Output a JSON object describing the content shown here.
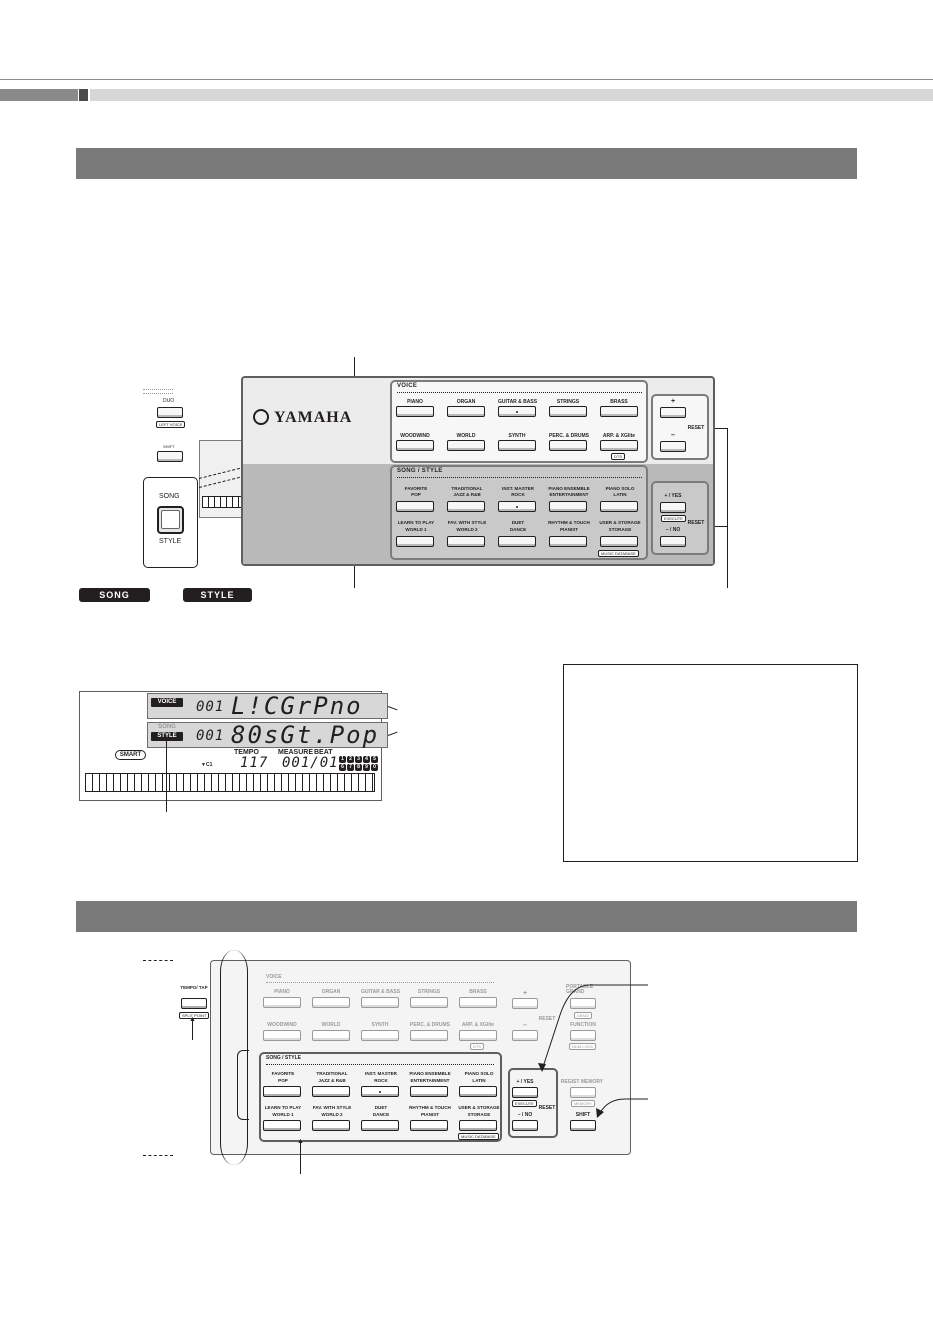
{
  "panel": {
    "brand": "YAMAHA",
    "voice_group_title": "VOICE",
    "voice_buttons_row1": [
      "PIANO",
      "ORGAN",
      "GUITAR & BASS",
      "STRINGS",
      "BRASS"
    ],
    "voice_buttons_row2": [
      "WOODWIND",
      "WORLD",
      "SYNTH",
      "PERC. & DRUMS",
      "ARP. & XGlite"
    ],
    "voice_tag": "DTS",
    "song_style_title": "SONG / STYLE",
    "song_row1_top": [
      "FAVORITE",
      "TRADITIONAL",
      "INST. MASTER",
      "PIANO ENSEMBLE",
      "PIANO SOLO"
    ],
    "song_row1_bottom": [
      "POP",
      "JAZZ & R&B",
      "ROCK",
      "ENTERTAINMENT",
      "LATIN"
    ],
    "song_row2_top": [
      "LEARN TO PLAY",
      "FAV. WITH STYLE",
      "DUET",
      "RHYTHM & TOUCH",
      "USER & STORAGE"
    ],
    "song_row2_bottom": [
      "WORLD 1",
      "WORLD 2",
      "DANCE",
      "PIANIST",
      "STORAGE"
    ],
    "music_database_tag": "MUSIC DATABASE",
    "plus_label": "+",
    "minus_label": "–",
    "reset_label": "RESET",
    "yes_label": "+ / YES",
    "execute_tag": "EXECUTE",
    "no_label": "– / NO"
  },
  "left_fragment": {
    "duo_label": "DUO",
    "left_voice_tag": "LEFT VOICE",
    "shift_label": "SHIFT",
    "song_label": "SONG",
    "style_label": "STYLE"
  },
  "legend": {
    "song_tag": "SONG",
    "style_tag": "STYLE"
  },
  "display": {
    "voice_chip": "VOICE",
    "song_chip": "SONG",
    "style_chip": "STYLE",
    "voice_number": "001",
    "voice_name": "L!CGrPno",
    "style_number": "001",
    "style_name": "80sGt.Pop",
    "smart_chip": "SMART",
    "c1_label": "C1",
    "tempo_label": "TEMPO",
    "tempo_value": "117",
    "measure_label": "MEASURE",
    "beat_label": "BEAT",
    "measure_value": "001/01",
    "indicators": [
      "1",
      "2",
      "3",
      "4",
      "5",
      "6",
      "7",
      "8",
      "9",
      "0"
    ]
  },
  "bottom_panel": {
    "tempo_tap_label": "TEMPO/ TAP",
    "split_point_tag": "SPLIT POINT",
    "voice_title": "VOICE",
    "voice_row1": [
      "PIANO",
      "ORGAN",
      "GUITAR & BASS",
      "STRINGS",
      "BRASS"
    ],
    "voice_row2": [
      "WOODWIND",
      "WORLD",
      "SYNTH",
      "PERC. & DRUMS",
      "ARP. & XGlite"
    ],
    "dts_tag": "DTS",
    "song_style_title": "SONG / STYLE",
    "song_row1_top": [
      "FAVORITE",
      "TRADITIONAL",
      "INST. MASTER",
      "PIANO ENSEMBLE",
      "PIANO SOLO"
    ],
    "song_row1_bottom": [
      "POP",
      "JAZZ & R&B",
      "ROCK",
      "ENTERTAINMENT",
      "LATIN"
    ],
    "song_row2_top": [
      "LEARN TO PLAY",
      "FAV. WITH STYLE",
      "DUET",
      "RHYTHM & TOUCH",
      "USER & STORAGE"
    ],
    "song_row2_bottom": [
      "WORLD 1",
      "WORLD 2",
      "DANCE",
      "PIANIST",
      "STORAGE"
    ],
    "music_database_tag": "MUSIC DATABASE",
    "plus_label": "+",
    "minus_label": "–",
    "reset_label": "RESET",
    "yes_label": "+ / YES",
    "execute_tag": "EXECUTE",
    "no_label": "– / NO",
    "reset_label_2": "RESET",
    "portable_grand_label": "PORTABLE GRAND",
    "demo_tag": "DEMO",
    "function_label": "FUNCTION",
    "num_lock_tag": "NUM LOCK",
    "regist_memory_label": "REGIST MEMORY",
    "memory_tag": "MEMORY",
    "shift_label": "SHIFT"
  }
}
